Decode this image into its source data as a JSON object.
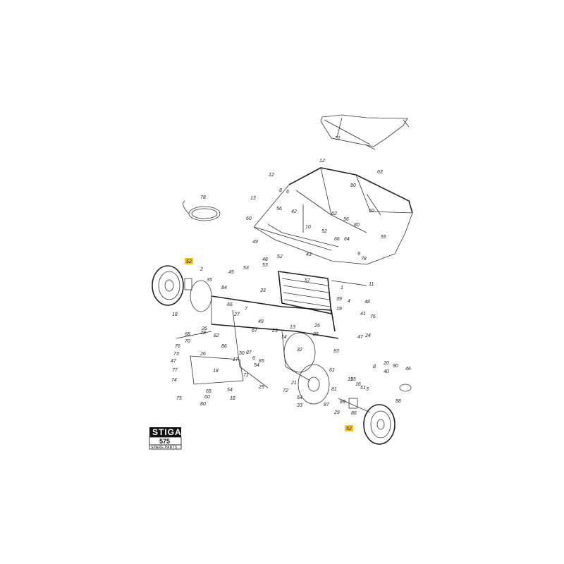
{
  "brand": {
    "name": "STIGA",
    "model": "575",
    "subtitle": "SPARE PARTS"
  },
  "highlighted_labels": [
    "52",
    "52"
  ],
  "part_labels": [
    "31",
    "12",
    "63",
    "8",
    "80",
    "12",
    "78",
    "50",
    "13",
    "6",
    "56",
    "42",
    "62",
    "60",
    "10",
    "52",
    "80",
    "49",
    "66",
    "64",
    "55",
    "9",
    "43",
    "56",
    "53",
    "48",
    "52",
    "78",
    "2",
    "35",
    "45",
    "53",
    "57",
    "84",
    "1",
    "4",
    "19",
    "11",
    "48",
    "33",
    "66",
    "27",
    "7",
    "18",
    "49",
    "39",
    "41",
    "76",
    "25",
    "23",
    "26",
    "68",
    "70",
    "76",
    "73",
    "47",
    "77",
    "74",
    "26",
    "28",
    "82",
    "86",
    "67",
    "87",
    "6",
    "85",
    "32",
    "13",
    "14",
    "25",
    "71",
    "18",
    "83",
    "47",
    "24",
    "30",
    "17",
    "54",
    "61",
    "15",
    "16",
    "51",
    "46",
    "20",
    "90",
    "40",
    "65",
    "18",
    "54",
    "25",
    "72",
    "21",
    "54",
    "81",
    "87",
    "29",
    "88",
    "3",
    "75",
    "60",
    "80",
    "33",
    "15",
    "89",
    "8",
    "86"
  ]
}
